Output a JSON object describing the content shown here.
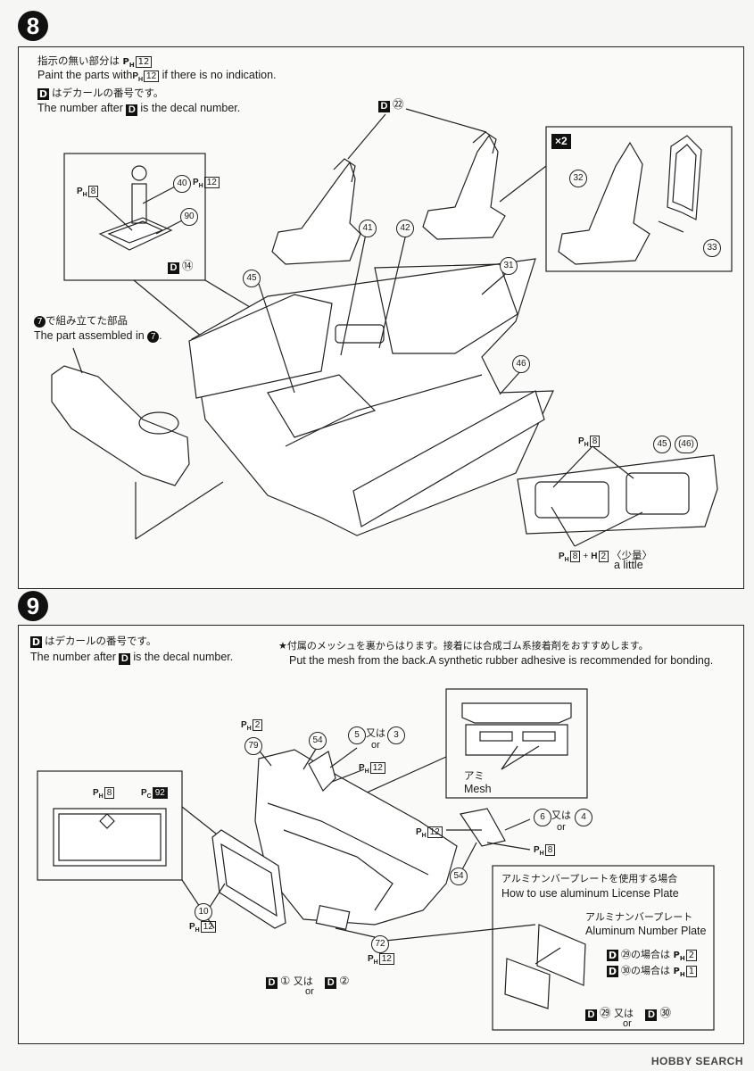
{
  "step8": {
    "number": "8",
    "note_jp": "指示の無い部分は",
    "note_jp_code": "12",
    "note_en_prefix": "Paint the parts with",
    "note_en_code": "12",
    "note_en_suffix": "if there is no indication.",
    "decal_jp": "はデカールの番号です。",
    "decal_en_prefix": "The number after",
    "decal_en_suffix": "is the decal number.",
    "prev_jp": "で組み立てた部品",
    "prev_en_prefix": "The part assembled in",
    "prev_ref": "7",
    "x2": "×2",
    "little_code1": "8",
    "little_code2": "2",
    "little_jp": "〈少量〉",
    "little_en": "a little",
    "parts": {
      "p22": "㉒",
      "p40": "40",
      "p90": "90",
      "p14": "⑭",
      "p41": "41",
      "p42": "42",
      "p45": "45",
      "p31": "31",
      "p46": "46",
      "p32": "32",
      "p33": "33",
      "p45b": "45",
      "p46b": "(46)"
    },
    "ph_codes": {
      "ph8a": "8",
      "ph12a": "12",
      "ph8b": "8"
    }
  },
  "step9": {
    "number": "9",
    "decal_jp": "はデカールの番号です。",
    "decal_en_prefix": "The number after",
    "decal_en_suffix": "is the decal number.",
    "mesh_jp": "★付属のメッシュを裏からはります。接着には合成ゴム系接着剤をおすすめします。",
    "mesh_en": "Put the mesh from the back.A synthetic rubber adhesive is recommended for bonding.",
    "mesh_label_jp": "アミ",
    "mesh_label_en": "Mesh",
    "or": "or",
    "mata_wa": "又は",
    "parts": {
      "p79": "79",
      "p54a": "54",
      "p5": "5",
      "p3": "3",
      "p6": "6",
      "p4": "4",
      "p54b": "54",
      "p10": "10",
      "p72": "72",
      "d1": "①",
      "d2": "②",
      "d29": "㉙",
      "d30": "㉚"
    },
    "ph_codes": {
      "ph2": "2",
      "ph12a": "12",
      "ph8": "8",
      "pc92": "92",
      "ph12b": "12",
      "ph8b": "8",
      "ph12c": "12",
      "ph12d": "12"
    },
    "license": {
      "title_jp": "アルミナンバープレートを使用する場合",
      "title_en": "How to use aluminum License Plate",
      "plate_jp": "アルミナンバープレート",
      "plate_en": "Aluminum Number Plate",
      "case29": "の場合は",
      "case29_code": "2",
      "case30": "の場合は",
      "case30_code": "1"
    }
  },
  "watermark": "HOBBY SEARCH"
}
